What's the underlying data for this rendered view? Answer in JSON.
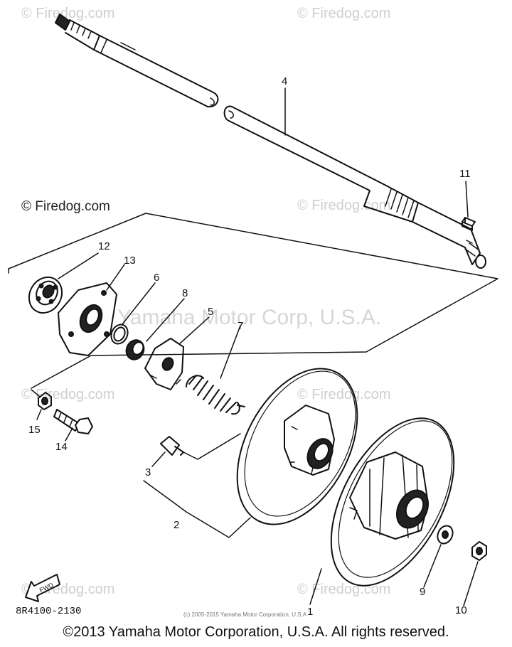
{
  "watermarks": {
    "firedog_light": "© Firedog.com",
    "firedog_dark": "© Firedog.com",
    "yamaha_corp": "Yamaha Motor Corp, U.S.A."
  },
  "callouts": [
    "1",
    "2",
    "3",
    "4",
    "5",
    "6",
    "7",
    "8",
    "9",
    "10",
    "11",
    "12",
    "13",
    "14",
    "15"
  ],
  "callout_labels": {
    "c2": "2",
    "c3": "3",
    "c4": "4",
    "c5": "5",
    "c6": "6",
    "c7": "7",
    "c8": "8",
    "c9": "9",
    "c10": "10",
    "c11": "11",
    "c12": "12",
    "c13": "13",
    "c14": "14",
    "c15": "15"
  },
  "diagram_code": "8R4100-2130",
  "small_copyright": "(c) 2005-2015 Yamaha Motor Corporation, U.S.A",
  "fwd_label": "FWD",
  "copyright": "©2013 Yamaha Motor Corporation, U.S.A. All rights reserved.",
  "colors": {
    "line": "#111111",
    "watermark": "#cfcfcf"
  }
}
